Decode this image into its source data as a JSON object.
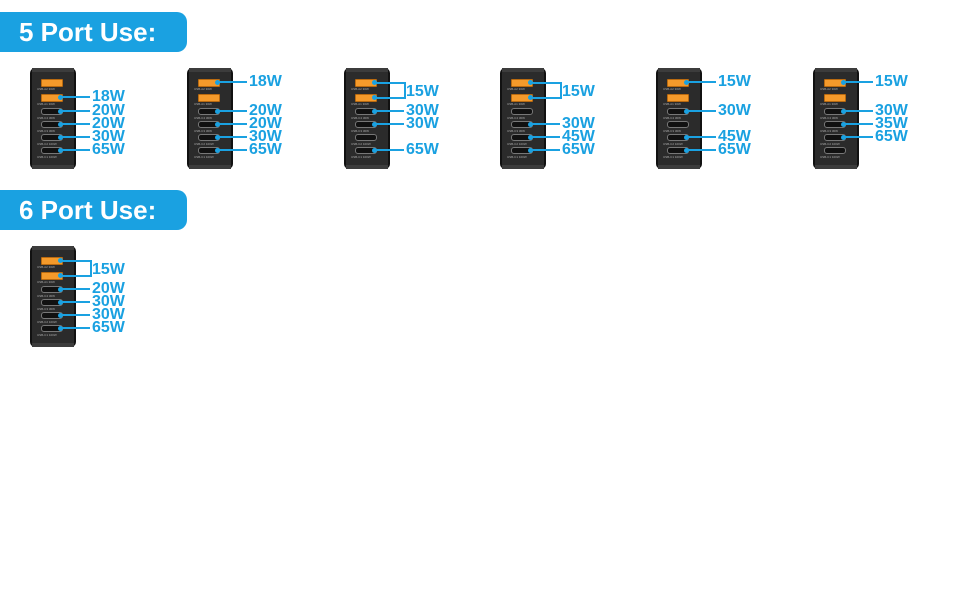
{
  "sections": [
    {
      "title": "5 Port Use:"
    },
    {
      "title": "6 Port Use:"
    }
  ],
  "port_labels": [
    "USB-A2 30W",
    "USB-A1 30W",
    "USB-C4 30W",
    "USB-C3 30W",
    "USB-C2 100W",
    "USB-C1 100W"
  ],
  "chargers": [
    {
      "watts": [
        "18W",
        "20W",
        "20W",
        "30W",
        "65W"
      ]
    },
    {
      "watts": [
        "18W",
        "20W",
        "20W",
        "30W",
        "65W"
      ]
    },
    {
      "watts": [
        "15W",
        "30W",
        "30W",
        "65W"
      ]
    },
    {
      "watts": [
        "15W",
        "30W",
        "45W",
        "65W"
      ]
    },
    {
      "watts": [
        "15W",
        "30W",
        "45W",
        "65W"
      ]
    },
    {
      "watts": [
        "15W",
        "30W",
        "35W",
        "65W"
      ]
    },
    {
      "watts": [
        "15W",
        "20W",
        "30W",
        "30W",
        "65W"
      ]
    }
  ],
  "colors": {
    "accent": "#1aa1e1",
    "charger_body": "#2b2b2b",
    "usb_a": "#f49a2b"
  }
}
